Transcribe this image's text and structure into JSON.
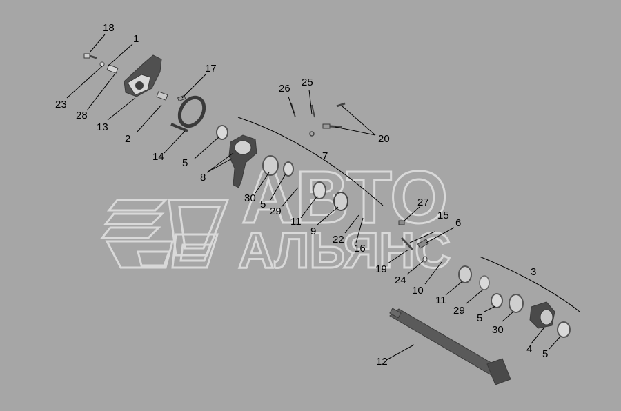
{
  "diagram": {
    "background_color": "#a6a6a6",
    "watermark": {
      "line1": "АВТО",
      "line2": "АЛЬЯНС",
      "color": "#d9d9d9"
    },
    "callouts": [
      {
        "id": "c18",
        "label": "18"
      },
      {
        "id": "c1",
        "label": "1"
      },
      {
        "id": "c23",
        "label": "23"
      },
      {
        "id": "c28",
        "label": "28"
      },
      {
        "id": "c13",
        "label": "13"
      },
      {
        "id": "c17",
        "label": "17"
      },
      {
        "id": "c2",
        "label": "2"
      },
      {
        "id": "c14",
        "label": "14"
      },
      {
        "id": "c5a",
        "label": "5"
      },
      {
        "id": "c8",
        "label": "8"
      },
      {
        "id": "c26",
        "label": "26"
      },
      {
        "id": "c25",
        "label": "25"
      },
      {
        "id": "c20",
        "label": "20"
      },
      {
        "id": "c7",
        "label": "7"
      },
      {
        "id": "c30a",
        "label": "30"
      },
      {
        "id": "c5b",
        "label": "5"
      },
      {
        "id": "c29a",
        "label": "29"
      },
      {
        "id": "c11a",
        "label": "11"
      },
      {
        "id": "c9",
        "label": "9"
      },
      {
        "id": "c22",
        "label": "22"
      },
      {
        "id": "c16",
        "label": "16"
      },
      {
        "id": "c27",
        "label": "27"
      },
      {
        "id": "c15",
        "label": "15"
      },
      {
        "id": "c6",
        "label": "6"
      },
      {
        "id": "c19",
        "label": "19"
      },
      {
        "id": "c24",
        "label": "24"
      },
      {
        "id": "c10",
        "label": "10"
      },
      {
        "id": "c11b",
        "label": "11"
      },
      {
        "id": "c29b",
        "label": "29"
      },
      {
        "id": "c5c",
        "label": "5"
      },
      {
        "id": "c30b",
        "label": "30"
      },
      {
        "id": "c3",
        "label": "3"
      },
      {
        "id": "c4",
        "label": "4"
      },
      {
        "id": "c5d",
        "label": "5"
      },
      {
        "id": "c12",
        "label": "12"
      }
    ]
  }
}
